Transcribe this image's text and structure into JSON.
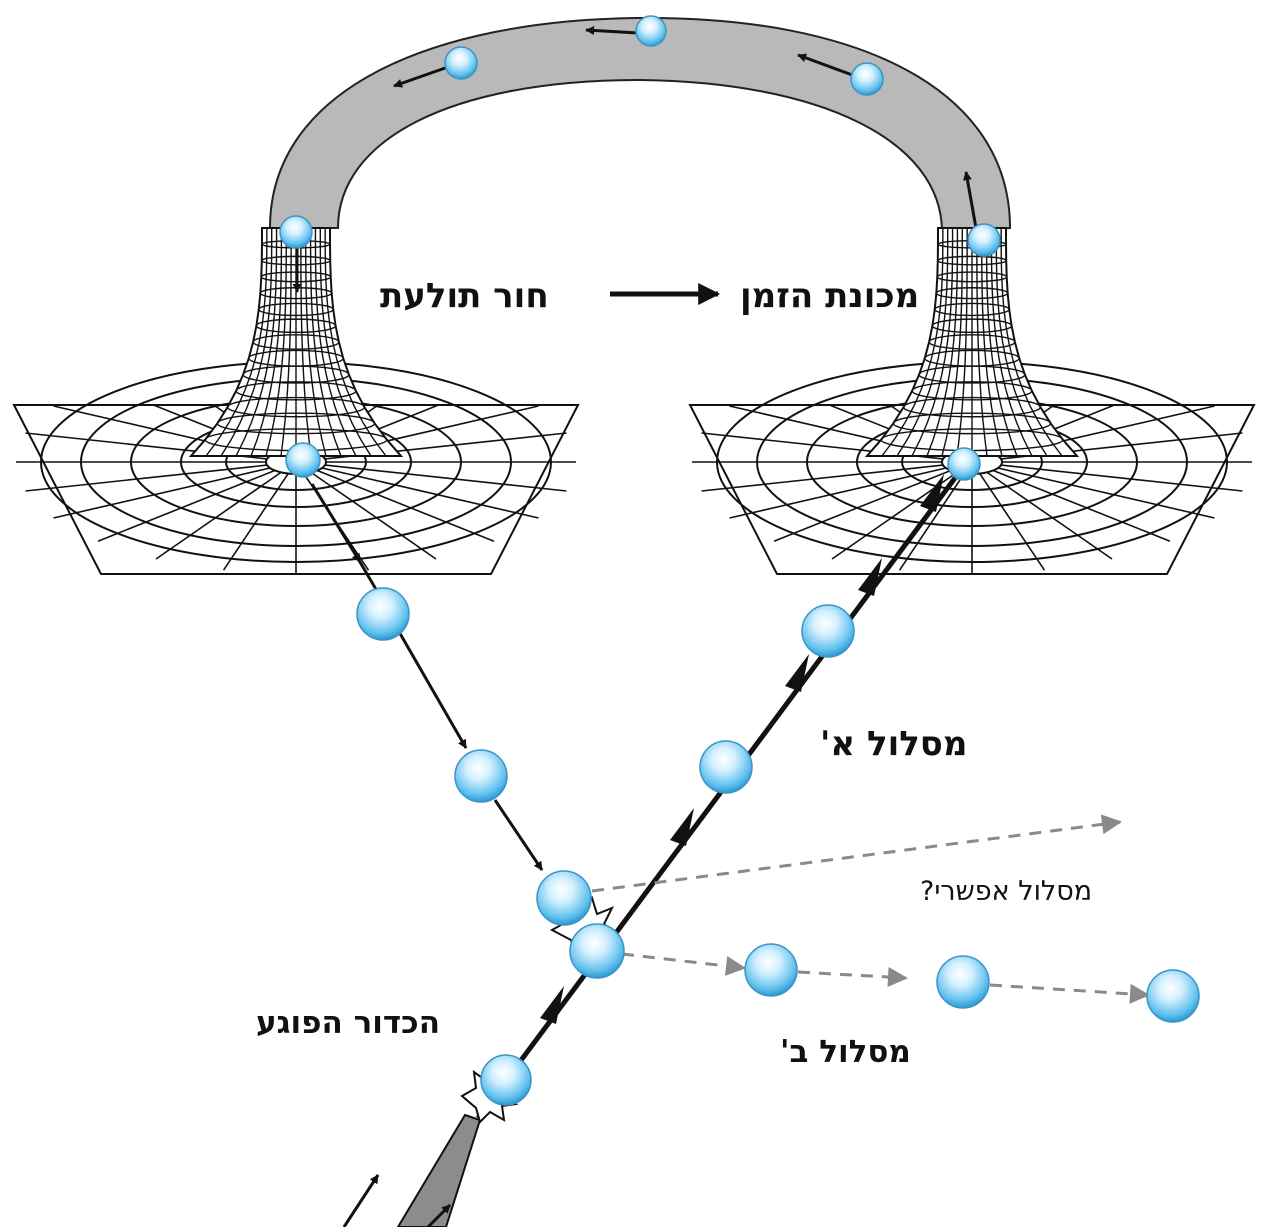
{
  "labels": {
    "wormhole": "חור תולעת",
    "time_machine": "מכונת הזמן",
    "path_a": "מסלול א'",
    "path_possible": "מסלול אפשרי?",
    "path_b": "מסלול ב'",
    "striking_ball": "הכדור הפוגע"
  },
  "colors": {
    "ball_fill": "#4fb6e6",
    "ball_light": "#eaf8ff",
    "ball_stroke": "#2f8fc4",
    "tube_fill": "#b8b8b8",
    "grid_stroke": "#111111",
    "dashed_gray": "#7a7a7a"
  }
}
